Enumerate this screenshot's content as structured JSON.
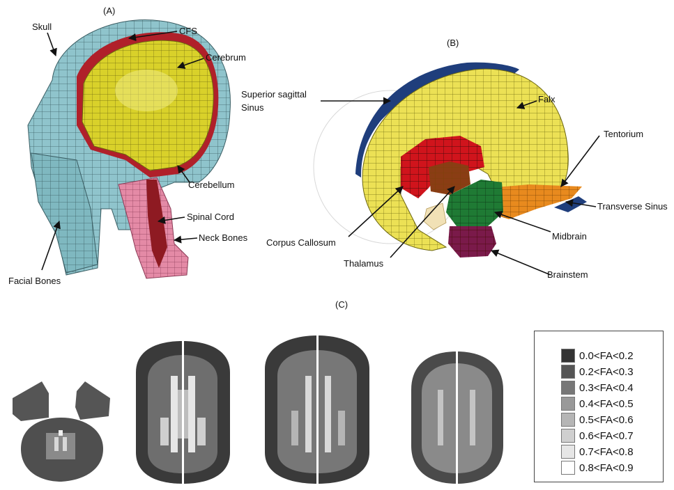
{
  "panels": {
    "a": "(A)",
    "b": "(B)",
    "c": "(C)"
  },
  "panel_a_labels": {
    "skull": "Skull",
    "cfs": "CFS",
    "cerebrum": "Cerebrum",
    "cerebellum": "Cerebellum",
    "spinal_cord": "Spinal Cord",
    "neck_bones": "Neck Bones",
    "facial_bones": "Facial Bones"
  },
  "panel_b_labels": {
    "sss_line1": "Superior sagittal",
    "sss_line2": "Sinus",
    "falx": "Falx",
    "tentorium": "Tentorium",
    "transverse_sinus": "Transverse Sinus",
    "midbrain": "Midbrain",
    "corpus_callosum": "Corpus Callosum",
    "thalamus": "Thalamus",
    "brainstem": "Brainstem"
  },
  "legend": [
    {
      "label": "0.0<FA<0.2",
      "color": "#333333"
    },
    {
      "label": "0.2<FA<0.3",
      "color": "#555555"
    },
    {
      "label": "0.3<FA<0.4",
      "color": "#777777"
    },
    {
      "label": "0.4<FA<0.5",
      "color": "#999999"
    },
    {
      "label": "0.5<FA<0.6",
      "color": "#b5b5b5"
    },
    {
      "label": "0.6<FA<0.7",
      "color": "#cfcfcf"
    },
    {
      "label": "0.7<FA<0.8",
      "color": "#e6e6e6"
    },
    {
      "label": "0.8<FA<0.9",
      "color": "#ffffff"
    }
  ],
  "colors": {
    "skull": "#8fc4cc",
    "cerebrum": "#d9d12a",
    "csf": "#b0202a",
    "neck_bones": "#e48aa6",
    "falx": "#ece155",
    "sinus": "#1f3e7c",
    "corpus_callosum": "#d0141c",
    "thalamus": "#8a3d14",
    "midbrain": "#1f7a34",
    "brainstem": "#7a1a4a",
    "tentorium": "#e88a1e"
  }
}
